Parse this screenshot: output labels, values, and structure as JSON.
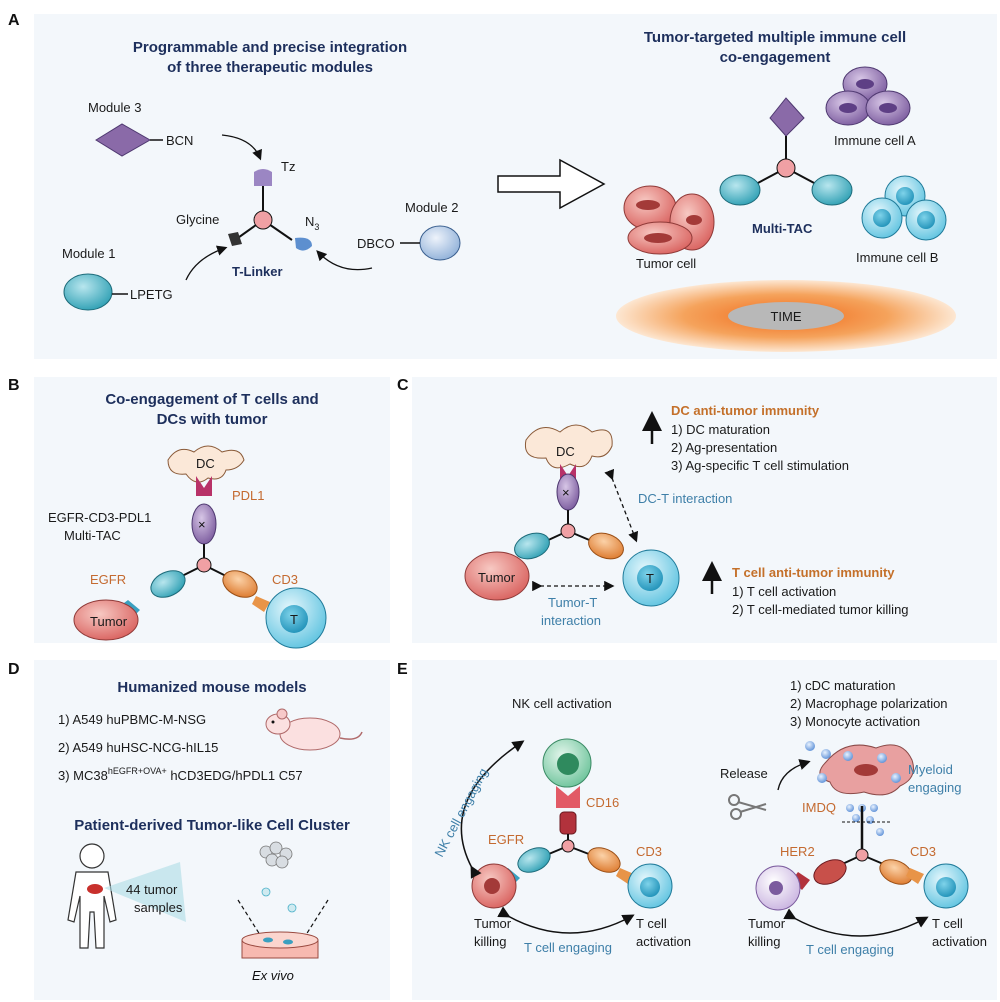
{
  "panels": {
    "A": {
      "letter": "A",
      "title_line1": "Programmable and precise integration",
      "title_line2": "of three therapeutic modules",
      "right_title_line1": "Tumor-targeted multiple immune cell",
      "right_title_line2": "co-engagement",
      "module1": "Module 1",
      "module2": "Module 2",
      "module3": "Module 3",
      "bcn": "BCN",
      "tz": "Tz",
      "glycine": "Glycine",
      "n3": "N",
      "n3_sub": "3",
      "dbco": "DBCO",
      "lpetg": "LPETG",
      "tlinker": "T-Linker",
      "multitac": "Multi-TAC",
      "tumor_cell": "Tumor cell",
      "immune_a": "Immune cell A",
      "immune_b": "Immune cell B",
      "time": "TIME"
    },
    "B": {
      "letter": "B",
      "title_line1": "Co-engagement of T cells and",
      "title_line2": "DCs with tumor",
      "dc": "DC",
      "pdl1": "PDL1",
      "construct_line1": "EGFR-CD3-PDL1",
      "construct_line2": "Multi-TAC",
      "egfr": "EGFR",
      "cd3": "CD3",
      "tumor": "Tumor",
      "t": "T"
    },
    "C": {
      "letter": "C",
      "dc": "DC",
      "dc_immunity_title": "DC anti-tumor immunity",
      "dc_items": [
        "1)    DC maturation",
        "2)    Ag-presentation",
        "3)    Ag-specific T cell stimulation"
      ],
      "dc_t_interaction": "DC-T interaction",
      "tumor": "Tumor",
      "t": "T",
      "tumor_t_line1": "Tumor-T",
      "tumor_t_line2": "interaction",
      "t_immunity_title": "T cell anti-tumor immunity",
      "t_items": [
        "1)    T cell activation",
        "2)    T cell-mediated tumor killing"
      ]
    },
    "D": {
      "letter": "D",
      "title": "Humanized mouse models",
      "model1": "1) A549 huPBMC-M-NSG",
      "model2": "2) A549 huHSC-NCG-hIL15",
      "model3_pre": "3) MC38",
      "model3_sup": "hEGFR+OVA+",
      "model3_post": " hCD3EDG/hPDL1 C57",
      "subtitle": "Patient-derived Tumor-like Cell Cluster",
      "samples_line1": "44 tumor",
      "samples_line2": "samples",
      "exvivo": "Ex vivo"
    },
    "E": {
      "letter": "E",
      "nk_activation": "NK cell activation",
      "nk_engaging": "NK cell engaging",
      "cd16": "CD16",
      "egfr": "EGFR",
      "cd3_left": "CD3",
      "tumor_killing_line1": "Tumor",
      "tumor_killing_line2": "killing",
      "t_engaging": "T cell engaging",
      "t_activation_line1": "T cell",
      "t_activation_line2": "activation",
      "myeloid_items": [
        "1)    cDC maturation",
        "2)    Macrophage polarization",
        "3)    Monocyte activation"
      ],
      "release": "Release",
      "imdq": "IMDQ",
      "myeloid_line1": "Myeloid",
      "myeloid_line2": "engaging",
      "her2": "HER2",
      "cd3_right": "CD3",
      "tumor_killing2_line1": "Tumor",
      "tumor_killing2_line2": "killing",
      "t_engaging2": "T cell engaging",
      "t_activation2_line1": "T cell",
      "t_activation2_line2": "activation"
    }
  },
  "colors": {
    "panel_bg": "#f3f7fb",
    "title": "#1d2f5c",
    "orange_text": "#c4702a",
    "blue_text": "#3e7fa8",
    "tumor": "#e07a78",
    "t_cell": "#5ec3e0",
    "module1": "#43b2c4",
    "module2": "#e8883a",
    "module3": "#8a6aa8"
  }
}
